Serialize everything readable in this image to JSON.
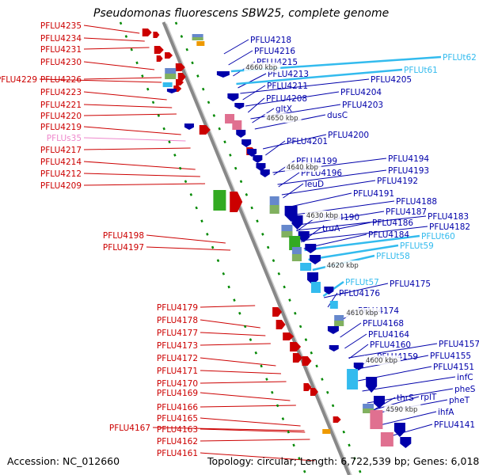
{
  "title": "Pseudomonas fluorescens SBW25, complete genome",
  "accession": "Accession: NC_012660",
  "summary": "Topology: circular; Length: 6,722,539 bp; Genes: 6,018",
  "colors": {
    "red": "#cc0000",
    "blue": "#0000aa",
    "cyan": "#33bbee",
    "pink": "#ee88cc",
    "axis": "#888888",
    "green": "#008800"
  },
  "tick_marks": [
    "4660 kbp",
    "4650 kbp",
    "4640 kbp",
    "4630 kbp",
    "4620 kbp",
    "4610 kbp",
    "4600 kbp",
    "4590 kbp"
  ],
  "left_labels": [
    {
      "text": "PFLU4235",
      "color": "red"
    },
    {
      "text": "PFLU4234",
      "color": "red"
    },
    {
      "text": "PFLU4231",
      "color": "red"
    },
    {
      "text": "PFLU4230",
      "color": "red"
    },
    {
      "text": "PFLU4229",
      "color": "red"
    },
    {
      "text": "PFLU4226",
      "color": "red"
    },
    {
      "text": "PFLU4223",
      "color": "red"
    },
    {
      "text": "PFLU4221",
      "color": "red"
    },
    {
      "text": "PFLU4220",
      "color": "red"
    },
    {
      "text": "PFLU4219",
      "color": "red"
    },
    {
      "text": "PFLUs35",
      "color": "pink"
    },
    {
      "text": "PFLU4217",
      "color": "red"
    },
    {
      "text": "PFLU4214",
      "color": "red"
    },
    {
      "text": "PFLU4212",
      "color": "red"
    },
    {
      "text": "PFLU4209",
      "color": "red"
    },
    {
      "text": "PFLU4198",
      "color": "red"
    },
    {
      "text": "PFLU4197",
      "color": "red"
    },
    {
      "text": "PFLU4179",
      "color": "red"
    },
    {
      "text": "PFLU4178",
      "color": "red"
    },
    {
      "text": "PFLU4177",
      "color": "red"
    },
    {
      "text": "PFLU4173",
      "color": "red"
    },
    {
      "text": "PFLU4172",
      "color": "red"
    },
    {
      "text": "PFLU4171",
      "color": "red"
    },
    {
      "text": "PFLU4170",
      "color": "red"
    },
    {
      "text": "PFLU4169",
      "color": "red"
    },
    {
      "text": "PFLU4167",
      "color": "red"
    },
    {
      "text": "PFLU4166",
      "color": "red"
    },
    {
      "text": "PFLU4165",
      "color": "red"
    },
    {
      "text": "PFLU4163",
      "color": "red"
    },
    {
      "text": "PFLU4162",
      "color": "red"
    },
    {
      "text": "PFLU4161",
      "color": "red"
    }
  ],
  "right_labels": [
    {
      "text": "PFLU4218",
      "color": "blue"
    },
    {
      "text": "PFLU4216",
      "color": "blue"
    },
    {
      "text": "PFLU4215",
      "color": "blue"
    },
    {
      "text": "PFLU4213",
      "color": "blue"
    },
    {
      "text": "PFLU4211",
      "color": "blue"
    },
    {
      "text": "PFLUt62",
      "color": "cyan"
    },
    {
      "text": "PFLUt61",
      "color": "cyan"
    },
    {
      "text": "PFLU4205",
      "color": "blue"
    },
    {
      "text": "PFLU4208",
      "color": "blue"
    },
    {
      "text": "PFLU4204",
      "color": "blue"
    },
    {
      "text": "gltX",
      "color": "blue"
    },
    {
      "text": "PFLU4203",
      "color": "blue"
    },
    {
      "text": "dusC",
      "color": "blue"
    },
    {
      "text": "PFLU4201",
      "color": "blue"
    },
    {
      "text": "PFLU4200",
      "color": "blue"
    },
    {
      "text": "PFLU4199",
      "color": "blue"
    },
    {
      "text": "PFLU4194",
      "color": "blue"
    },
    {
      "text": "PFLU4196",
      "color": "blue"
    },
    {
      "text": "PFLU4193",
      "color": "blue"
    },
    {
      "text": "leuD",
      "color": "blue"
    },
    {
      "text": "PFLU4192",
      "color": "blue"
    },
    {
      "text": "PFLU4191",
      "color": "blue"
    },
    {
      "text": "PFLU4188",
      "color": "blue"
    },
    {
      "text": "PFLU4187",
      "color": "blue"
    },
    {
      "text": "PFLU4190",
      "color": "blue"
    },
    {
      "text": "PFLU4186",
      "color": "blue"
    },
    {
      "text": "PFLU4183",
      "color": "blue"
    },
    {
      "text": "truA",
      "color": "blue"
    },
    {
      "text": "PFLU4182",
      "color": "blue"
    },
    {
      "text": "PFLU4184",
      "color": "blue"
    },
    {
      "text": "PFLUt60",
      "color": "cyan"
    },
    {
      "text": "PFLUt59",
      "color": "cyan"
    },
    {
      "text": "PFLUt58",
      "color": "cyan"
    },
    {
      "text": "PFLUt57",
      "color": "cyan"
    },
    {
      "text": "PFLU4175",
      "color": "blue"
    },
    {
      "text": "PFLU4176",
      "color": "blue"
    },
    {
      "text": "PFLU4174",
      "color": "blue"
    },
    {
      "text": "PFLU4168",
      "color": "blue"
    },
    {
      "text": "PFLU4164",
      "color": "blue"
    },
    {
      "text": "PFLU4157",
      "color": "blue"
    },
    {
      "text": "PFLU4160",
      "color": "blue"
    },
    {
      "text": "PFLU4155",
      "color": "blue"
    },
    {
      "text": "PFLU4159",
      "color": "blue"
    },
    {
      "text": "PFLU4151",
      "color": "blue"
    },
    {
      "text": "infC",
      "color": "blue"
    },
    {
      "text": "pheS",
      "color": "blue"
    },
    {
      "text": "thrS",
      "color": "blue"
    },
    {
      "text": "rplT",
      "color": "blue"
    },
    {
      "text": "pheT",
      "color": "blue"
    },
    {
      "text": "ihfA",
      "color": "blue"
    },
    {
      "text": "PFLU4141",
      "color": "blue"
    }
  ]
}
